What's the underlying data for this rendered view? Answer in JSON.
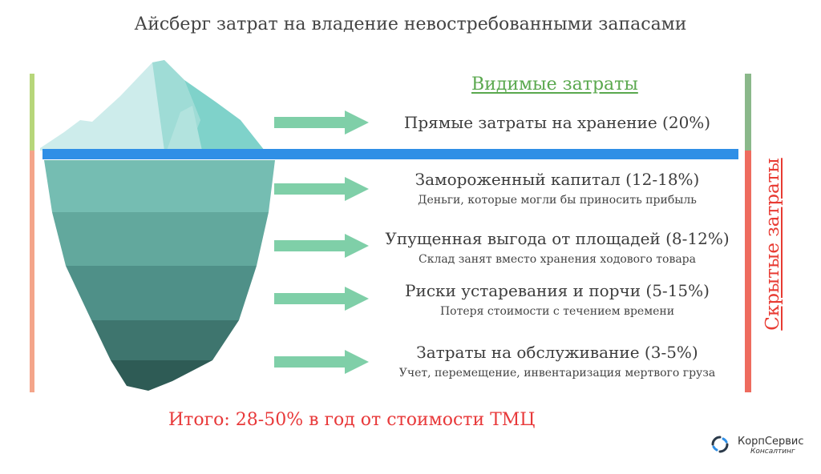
{
  "title": "Айсберг затрат на владение невостребованными запасами",
  "visible_label": "Видимые затраты",
  "hidden_label": "Скрытые затраты",
  "items": [
    {
      "main": "Прямые затраты на хранение (20%)",
      "sub": ""
    },
    {
      "main": "Замороженный капитал (12-18%)",
      "sub": "Деньги, которые могли бы приносить прибыль"
    },
    {
      "main": "Упущенная выгода от площадей (8-12%)",
      "sub": "Склад занят вместо хранения ходового товара"
    },
    {
      "main": "Риски устаревания и порчи (5-15%)",
      "sub": "Потеря стоимости с течением времени"
    },
    {
      "main": "Затраты на обслуживание (3-5%)",
      "sub": "Учет, перемещение, инвентаризация мертвого груза"
    }
  ],
  "total": "Итого: 28-50% в год от стоимости ТМЦ",
  "brand": {
    "name": "КорпСервис",
    "sub": "Консалтинг"
  },
  "colors": {
    "waterline": "#2f8fe6",
    "arrow": "#7fcfa8",
    "visible": "#5aa84e",
    "hidden": "#e83b33",
    "total": "#e8393a",
    "ice_layers": [
      "#75bdb2",
      "#62a89d",
      "#4f9088",
      "#3e756e",
      "#2e5b55"
    ]
  }
}
